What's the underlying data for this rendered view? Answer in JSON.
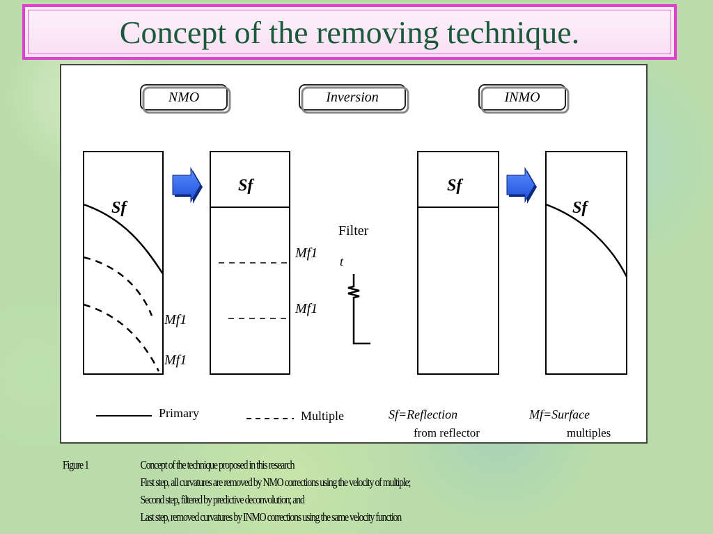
{
  "title": "Concept of the removing technique.",
  "labels": {
    "nmo_left": "NMO",
    "inversion": "Inversion",
    "inmo": "INMO",
    "sf_col1": "Sf",
    "sf_col2": "Sf",
    "sf_col3": "Sf",
    "sf_col4": "Sf",
    "filter": "Filter",
    "time": "t",
    "mf_col1_a": "Mf1",
    "mf_col1_b": "Mf1",
    "mf_col2_a": "Mf1",
    "mf_col2_b": "Mf1"
  },
  "legend": {
    "primary": "Primary",
    "multiple": "Multiple",
    "sf_def_line1": "Sf=Reflection",
    "sf_def_line2": "from reflector",
    "mf_def_line1": "Mf=Surface",
    "mf_def_line2": "multiples"
  },
  "caption": {
    "label": "Figure 1",
    "line1": "Concept of the technique proposed in this research",
    "line2": "First step, all curvatures are removed by NMO corrections using the velocity of multiple;",
    "line3": "Second step, filtered by predictive deconvolution; and",
    "line4": "Last step, removed curvatures by INMO corrections using the same velocity function"
  },
  "colors": {
    "arrow": "#1e4fd8",
    "title_border": "#e040d0",
    "title_text": "#1a5a3a"
  }
}
